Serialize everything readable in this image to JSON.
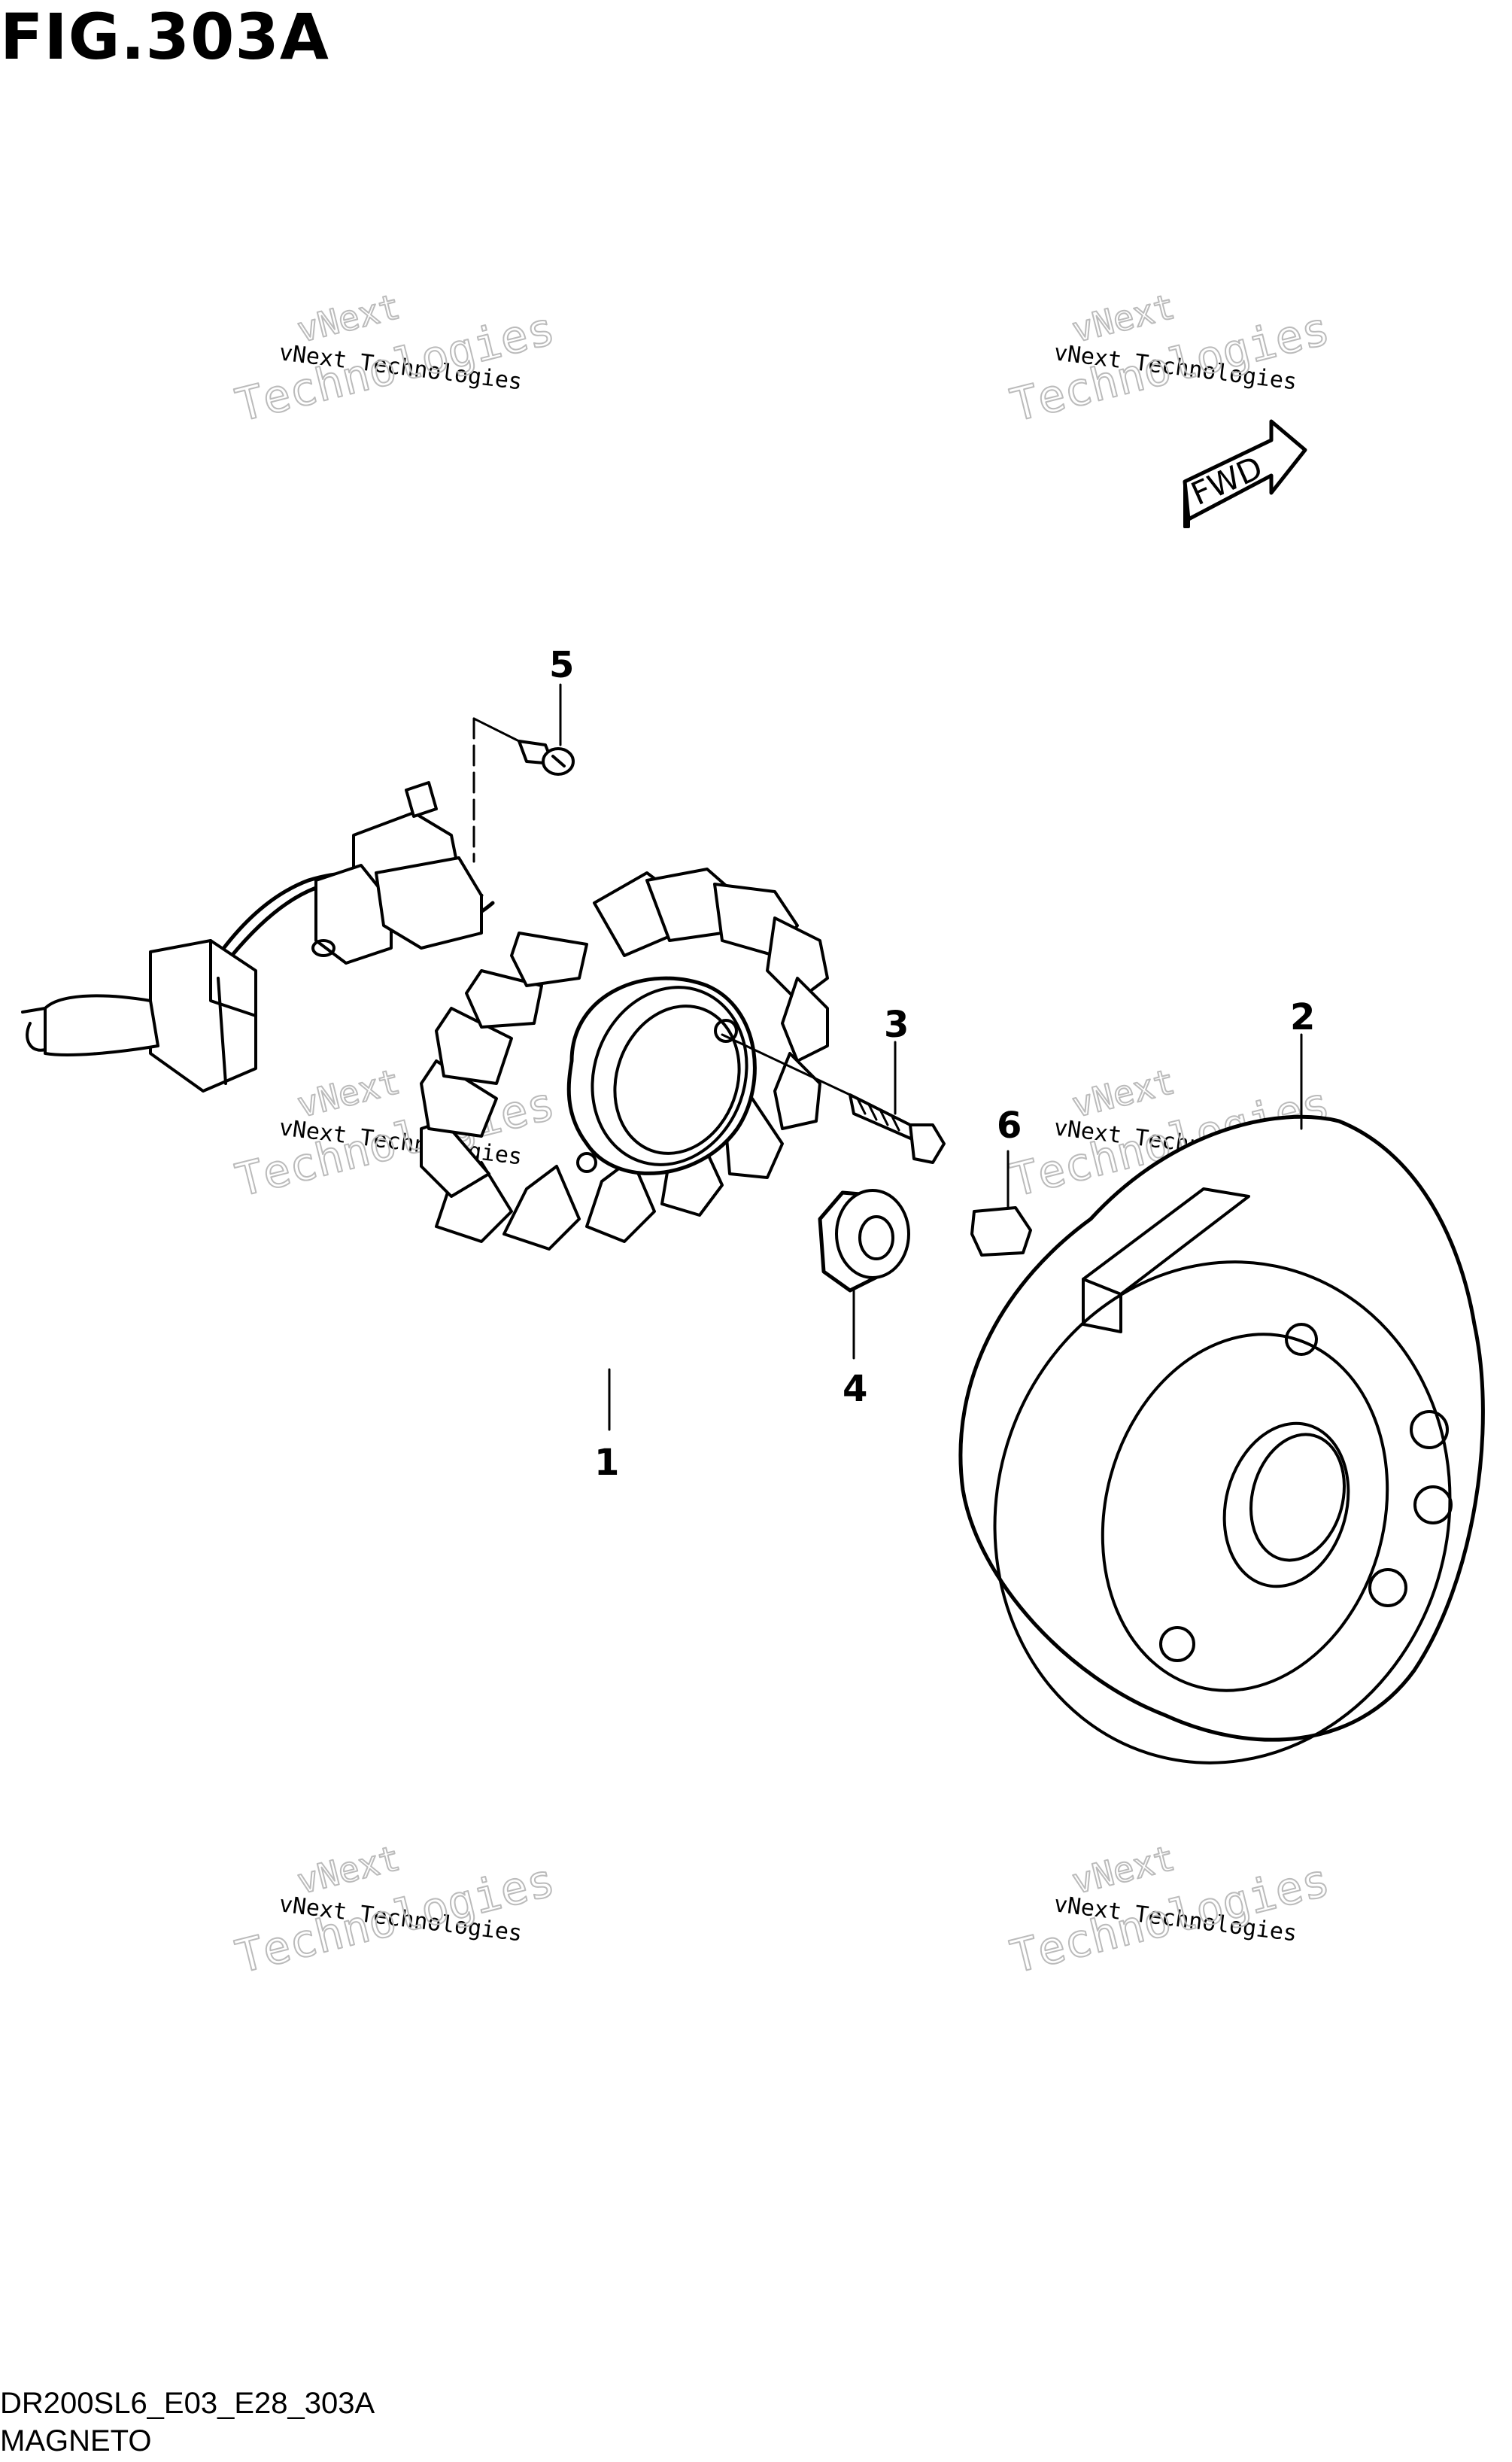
{
  "figure": {
    "title": "FIG.303A",
    "code": "DR200SL6_E03_E28_303A",
    "name": "MAGNETO"
  },
  "direction_badge": "FWD",
  "callouts": [
    {
      "id": "1",
      "part": "stator"
    },
    {
      "id": "2",
      "part": "rotor"
    },
    {
      "id": "3",
      "part": "bolt"
    },
    {
      "id": "4",
      "part": "nut"
    },
    {
      "id": "5",
      "part": "screw"
    },
    {
      "id": "6",
      "part": "key"
    }
  ],
  "watermark": {
    "line1": "vNext",
    "line2": "Technologies",
    "small": "vNext Technologies"
  }
}
